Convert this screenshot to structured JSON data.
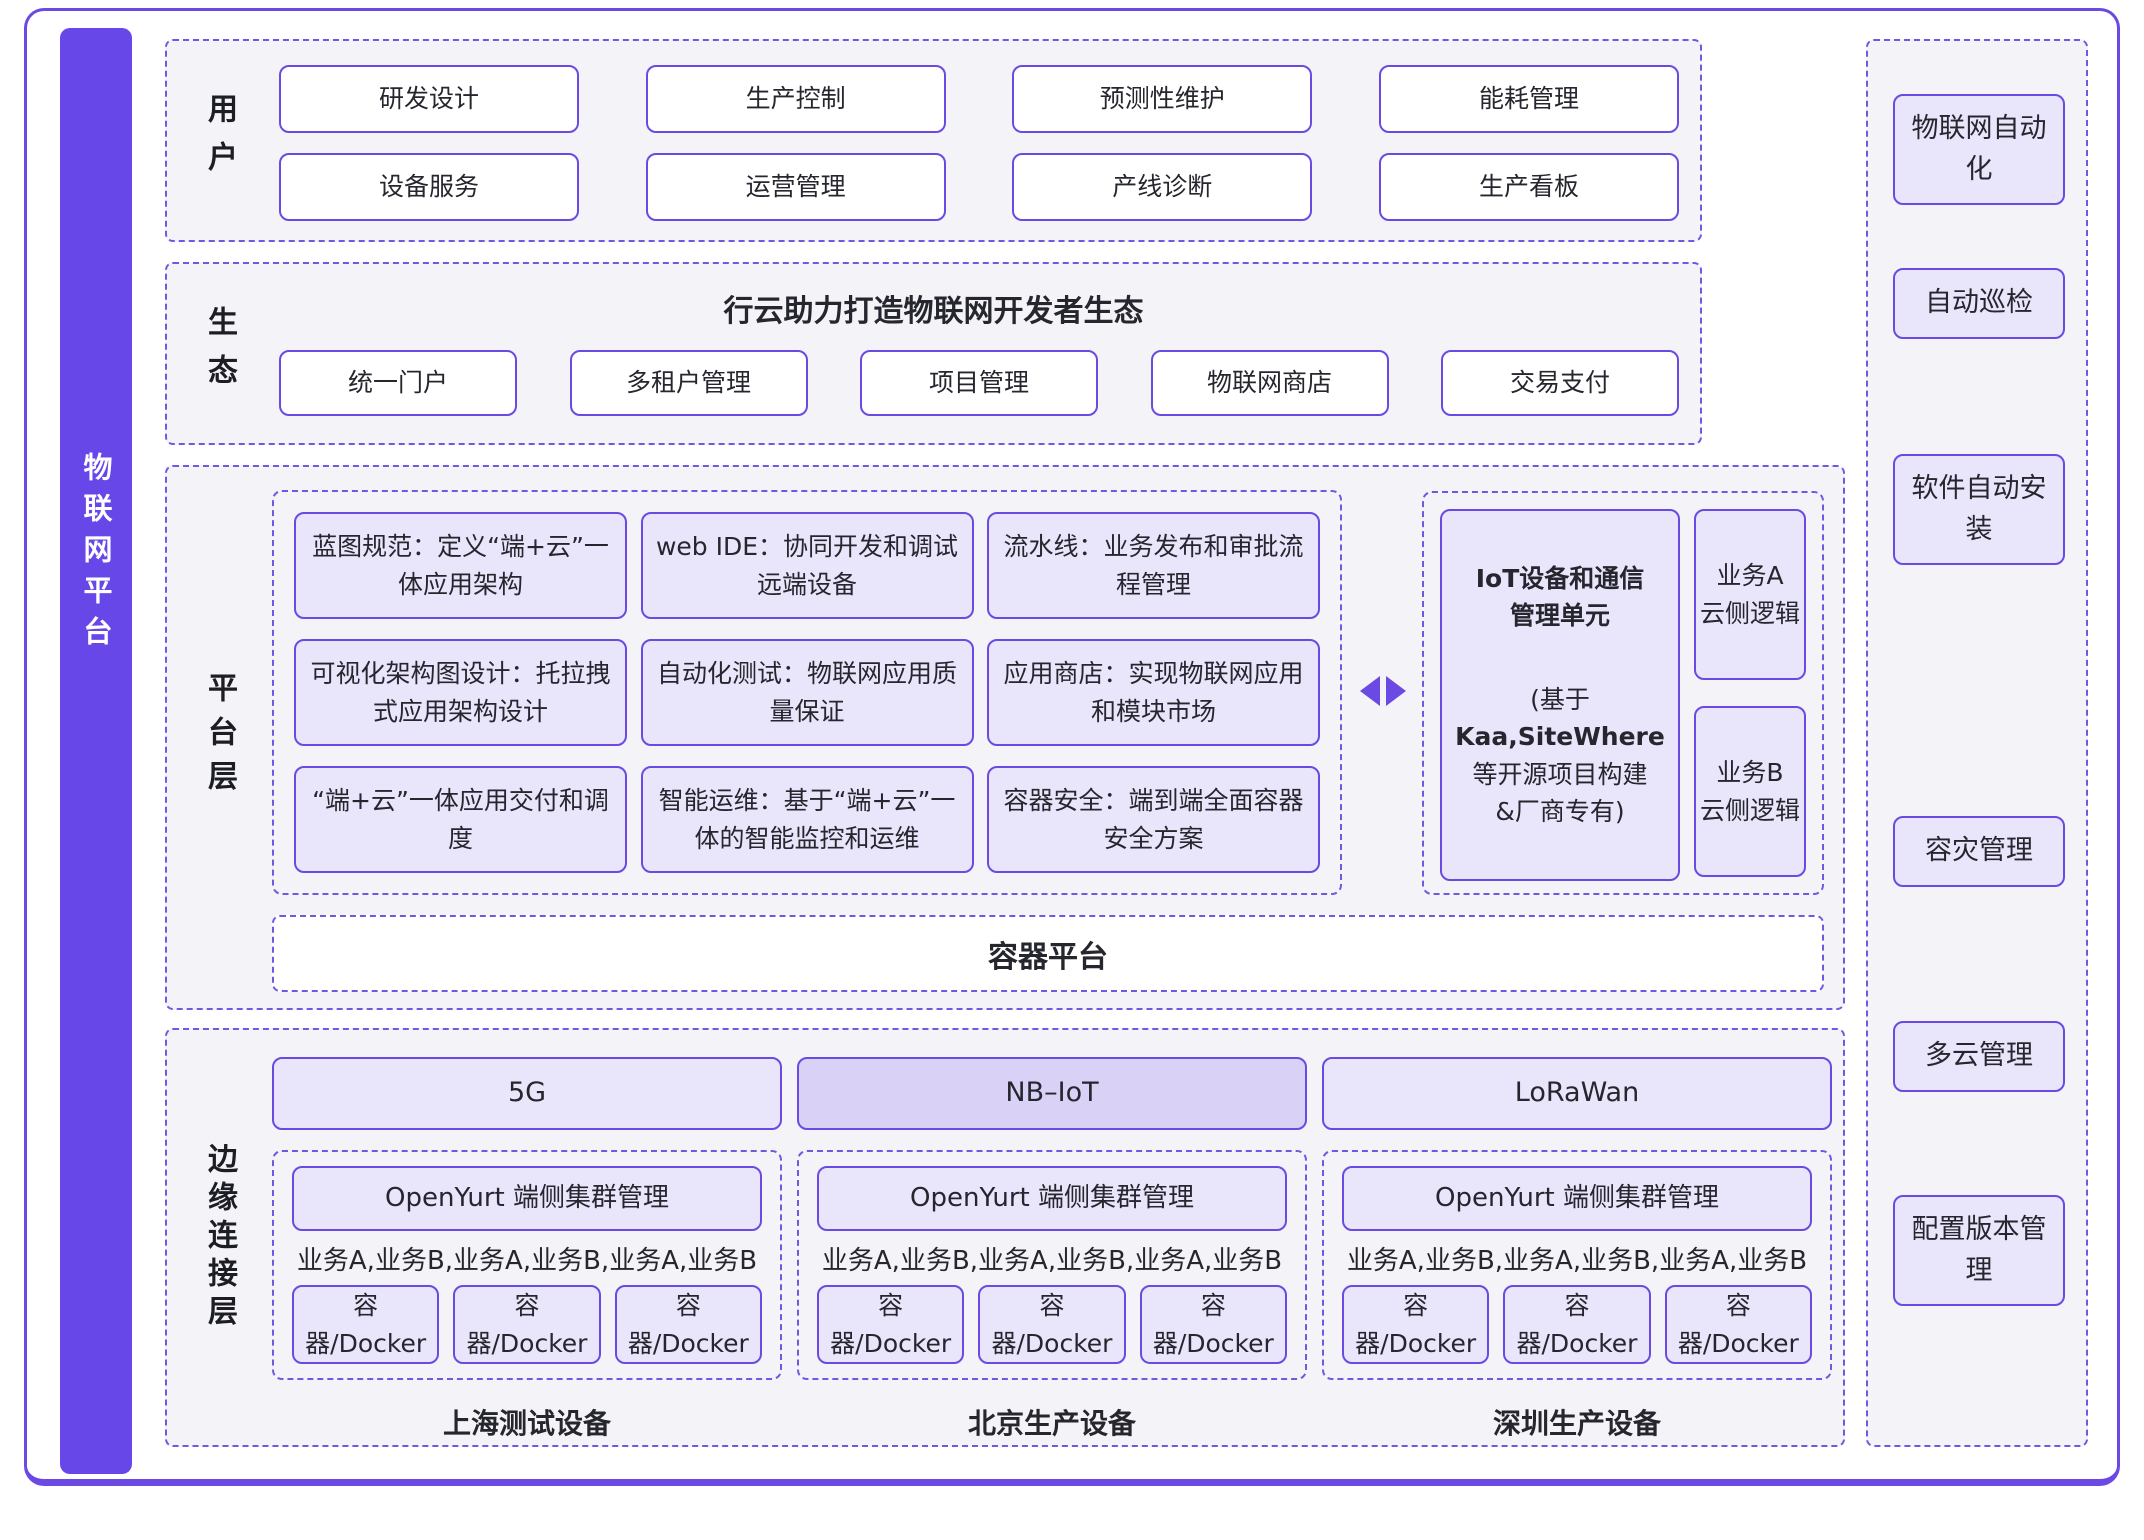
{
  "colors": {
    "accent": "#6b4ae4",
    "sidebar_fill": "#6847e8",
    "box_fill": "#e9e5fb",
    "box_fill_highlight": "#d9d1f6",
    "section_bg": "#f4f4f8"
  },
  "sidebar": {
    "title": "物联网平台"
  },
  "users": {
    "label": "用户",
    "items": [
      "研发设计",
      "生产控制",
      "预测性维护",
      "能耗管理",
      "设备服务",
      "运营管理",
      "产线诊断",
      "生产看板"
    ]
  },
  "ecosystem": {
    "label": "生态",
    "title": "行云助力打造物联网开发者生态",
    "items": [
      "统一门户",
      "多租户管理",
      "项目管理",
      "物联网商店",
      "交易支付"
    ]
  },
  "platform": {
    "label": "平台层",
    "capabilities": [
      "蓝图规范：定义“端+云”一体应用架构",
      "web IDE：协同开发和调试远端设备",
      "流水线：业务发布和审批流程管理",
      "可视化架构图设计：托拉拽式应用架构设计",
      "自动化测试：物联网应用质量保证",
      "应用商店：实现物联网应用和模块市场",
      "“端+云”一体应用交付和调度",
      "智能运维：基于“端+云”一体的智能监控和运维",
      "容器安全：端到端全面容器安全方案"
    ],
    "iot_unit": {
      "title": "IoT设备和通信\n管理单元",
      "note_open": "(基于",
      "note_bold": "Kaa,SiteWhere",
      "note_rest": "等开源项目构建\n&厂商专有)"
    },
    "cloud_logic": [
      "业务A\n云侧逻辑",
      "业务B\n云侧逻辑"
    ],
    "container_platform": "容器平台"
  },
  "edge": {
    "label": "边缘连接层",
    "columns": [
      {
        "protocol": "5G",
        "cluster": "OpenYurt 端侧集群管理",
        "services": "业务A,业务B,业务A,业务B,业务A,业务B",
        "containers": [
          "容器/Docker",
          "容器/Docker",
          "容器/Docker"
        ],
        "device": "上海测试设备"
      },
      {
        "protocol": "NB–IoT",
        "cluster": "OpenYurt 端侧集群管理",
        "services": "业务A,业务B,业务A,业务B,业务A,业务B",
        "containers": [
          "容器/Docker",
          "容器/Docker",
          "容器/Docker"
        ],
        "device": "北京生产设备"
      },
      {
        "protocol": "LoRaWan",
        "cluster": "OpenYurt 端侧集群管理",
        "services": "业务A,业务B,业务A,业务B,业务A,业务B",
        "containers": [
          "容器/Docker",
          "容器/Docker",
          "容器/Docker"
        ],
        "device": "深圳生产设备"
      }
    ]
  },
  "right_panel": {
    "items": [
      "物联网自动化",
      "自动巡检",
      "软件自动安装",
      "容灾管理",
      "多云管理",
      "配置版本管理"
    ]
  }
}
